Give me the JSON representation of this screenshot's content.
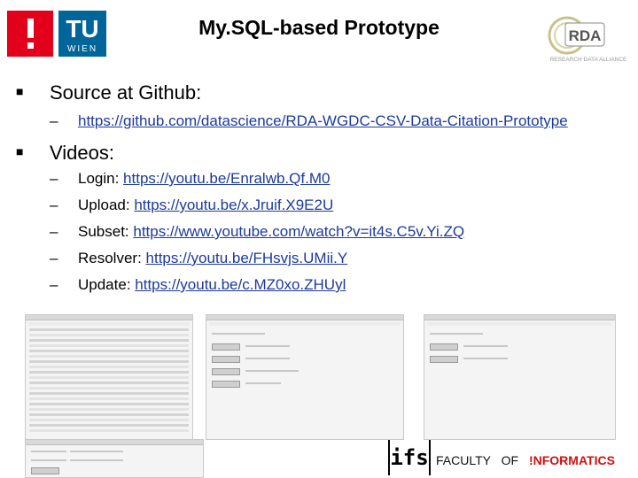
{
  "header": {
    "title": "My.SQL-based Prototype",
    "logo_left_text": "WIEN",
    "logo_right_text": "RDA",
    "logo_right_subtext": "RESEARCH DATA ALLIANCE"
  },
  "bullets": [
    {
      "label": "Source at Github:",
      "subitems": [
        {
          "prefix": "",
          "link": "https://github.com/datascience/RDA-WGDC-CSV-Data-Citation-Prototype"
        }
      ]
    },
    {
      "label": "Videos:",
      "subitems": [
        {
          "prefix": "Login: ",
          "link": "https://youtu.be/Enralwb.Qf.M0"
        },
        {
          "prefix": "Upload: ",
          "link": "https://youtu.be/x.Jruif.X9E2U"
        },
        {
          "prefix": "Subset: ",
          "link": "https://www.youtube.com/watch?v=it4s.C5v.Yi.ZQ"
        },
        {
          "prefix": "Resolver: ",
          "link": "https://youtu.be/FHsvjs.UMii.Y"
        },
        {
          "prefix": "Update: ",
          "link": "https://youtu.be/c.MZ0xo.ZHUyl"
        }
      ]
    }
  ],
  "footer": {
    "ifs_logo": "ifs",
    "faculty": "FACULTY",
    "of": "OF",
    "informatics": "!NFORMATICS"
  },
  "colors": {
    "tu_red": "#e2001a",
    "tu_blue": "#006699",
    "link": "#1c3a9a",
    "informatics_red": "#d11010"
  },
  "icons": [
    "tu-wien-logo-icon",
    "rda-logo-icon",
    "square-bullet-icon",
    "ifs-logo-icon"
  ]
}
